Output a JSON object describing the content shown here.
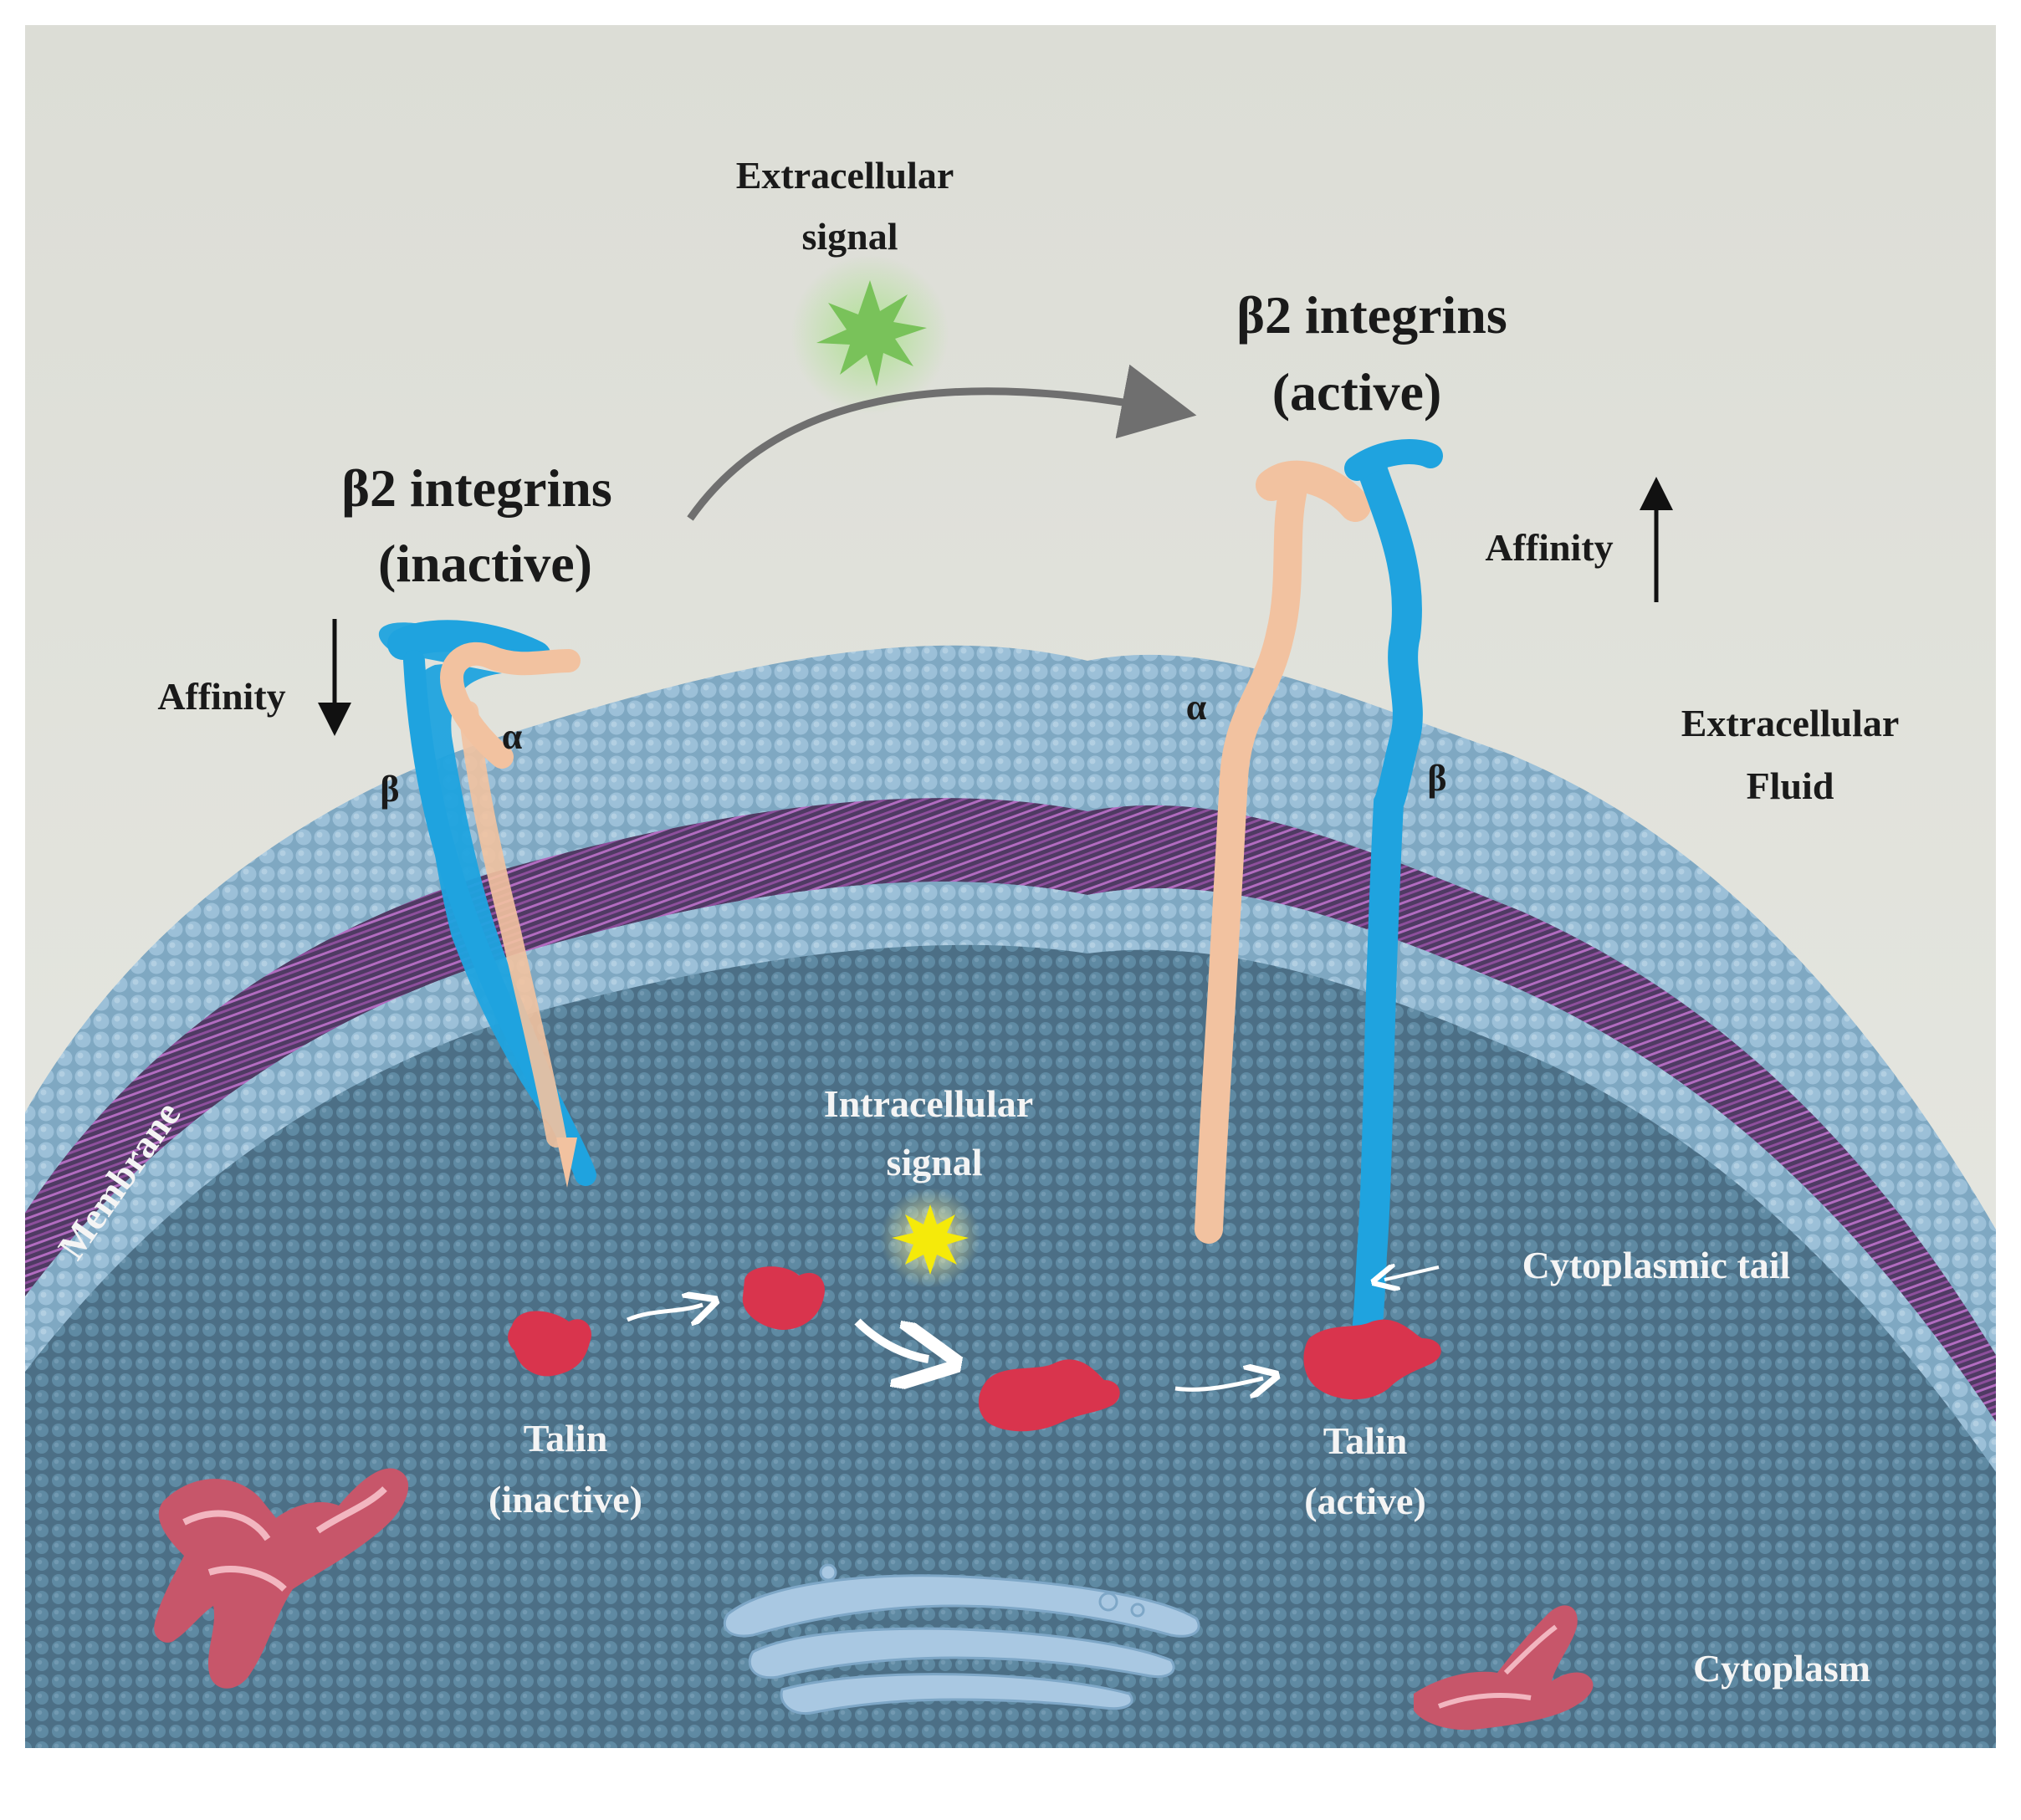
{
  "labels": {
    "extracellular_signal_line1": "Extracellular",
    "extracellular_signal_line2": "signal",
    "inactive_title_line1": "β2 integrins",
    "inactive_title_line2": "(inactive)",
    "active_title_line1": "β2 integrins",
    "active_title_line2": "(active)",
    "affinity_down": "Affinity",
    "affinity_up": "Affinity",
    "alpha_inactive": "α",
    "beta_inactive": "β",
    "alpha_active": "α",
    "beta_active": "β",
    "extracellular_fluid_line1": "Extracellular",
    "extracellular_fluid_line2": "Fluid",
    "membrane": "Membrane",
    "intracellular_signal_line1": "Intracellular",
    "intracellular_signal_line2": "signal",
    "cytoplasmic_tail": "Cytoplasmic tail",
    "talin_inactive_line1": "Talin",
    "talin_inactive_line2": "(inactive)",
    "talin_active_line1": "Talin",
    "talin_active_line2": "(active)",
    "cytoplasm": "Cytoplasm"
  },
  "colors": {
    "background": "#e2e3dc",
    "membrane_head": "#8fb4cc",
    "membrane_tail": "#9a5a9e",
    "cytoplasm": "#5a7f95",
    "beta_chain": "#1fa3df",
    "alpha_chain": "#f2c2a0",
    "talin": "#d9344d",
    "extracellular_signal": "#79c25a",
    "intracellular_signal": "#f5ea0a",
    "mitochondria": "#c7566a",
    "golgi": "#a9c8e2",
    "arrow_gray": "#6f6f6f"
  }
}
